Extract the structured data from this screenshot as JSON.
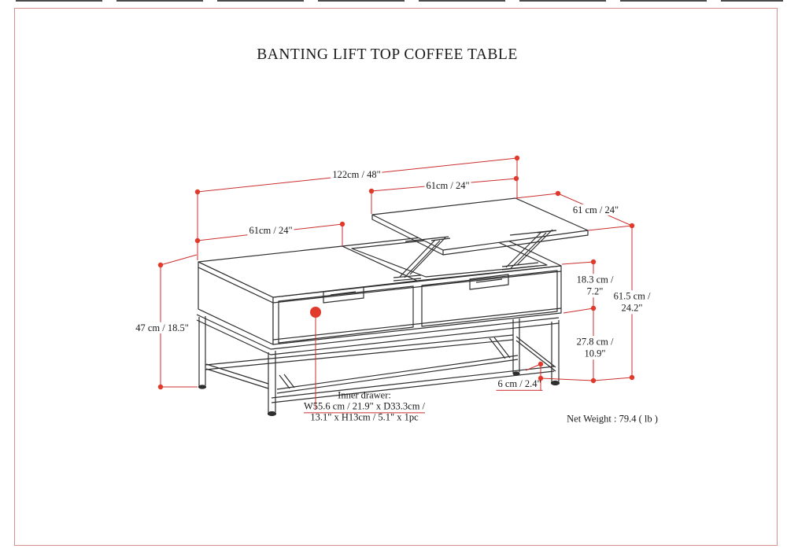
{
  "page": {
    "title": "BANTING LIFT TOP COFFEE TABLE",
    "net_weight": "Net Weight : 79.4 ( lb )"
  },
  "dims": {
    "overall_width": "122cm / 48\"",
    "left_half_width": "61cm / 24\"",
    "lift_top_width": "61cm / 24\"",
    "lift_top_depth": "61 cm / 24\"",
    "table_height": "47 cm / 18.5\"",
    "lift_rise_l1": "18.3 cm /",
    "lift_rise_l2": "7.2\"",
    "open_height_l1": "61.5 cm /",
    "open_height_l2": "24.2\"",
    "clearance_l1": "27.8 cm /",
    "clearance_l2": "10.9\"",
    "foot_height": "6 cm / 2.4\""
  },
  "inner_drawer": {
    "l1": "Inner drawer:",
    "l2": "W55.6 cm / 21.9\" x D33.3cm /",
    "l3": "13.1\" x H13cm / 5.1\" x 1pc"
  },
  "colors": {
    "drawing_line": "#2e2e2e",
    "dimension_red": "#cc2e2e",
    "dot_red": "#e13a2b",
    "page_border_pink": "#d78f8f"
  }
}
